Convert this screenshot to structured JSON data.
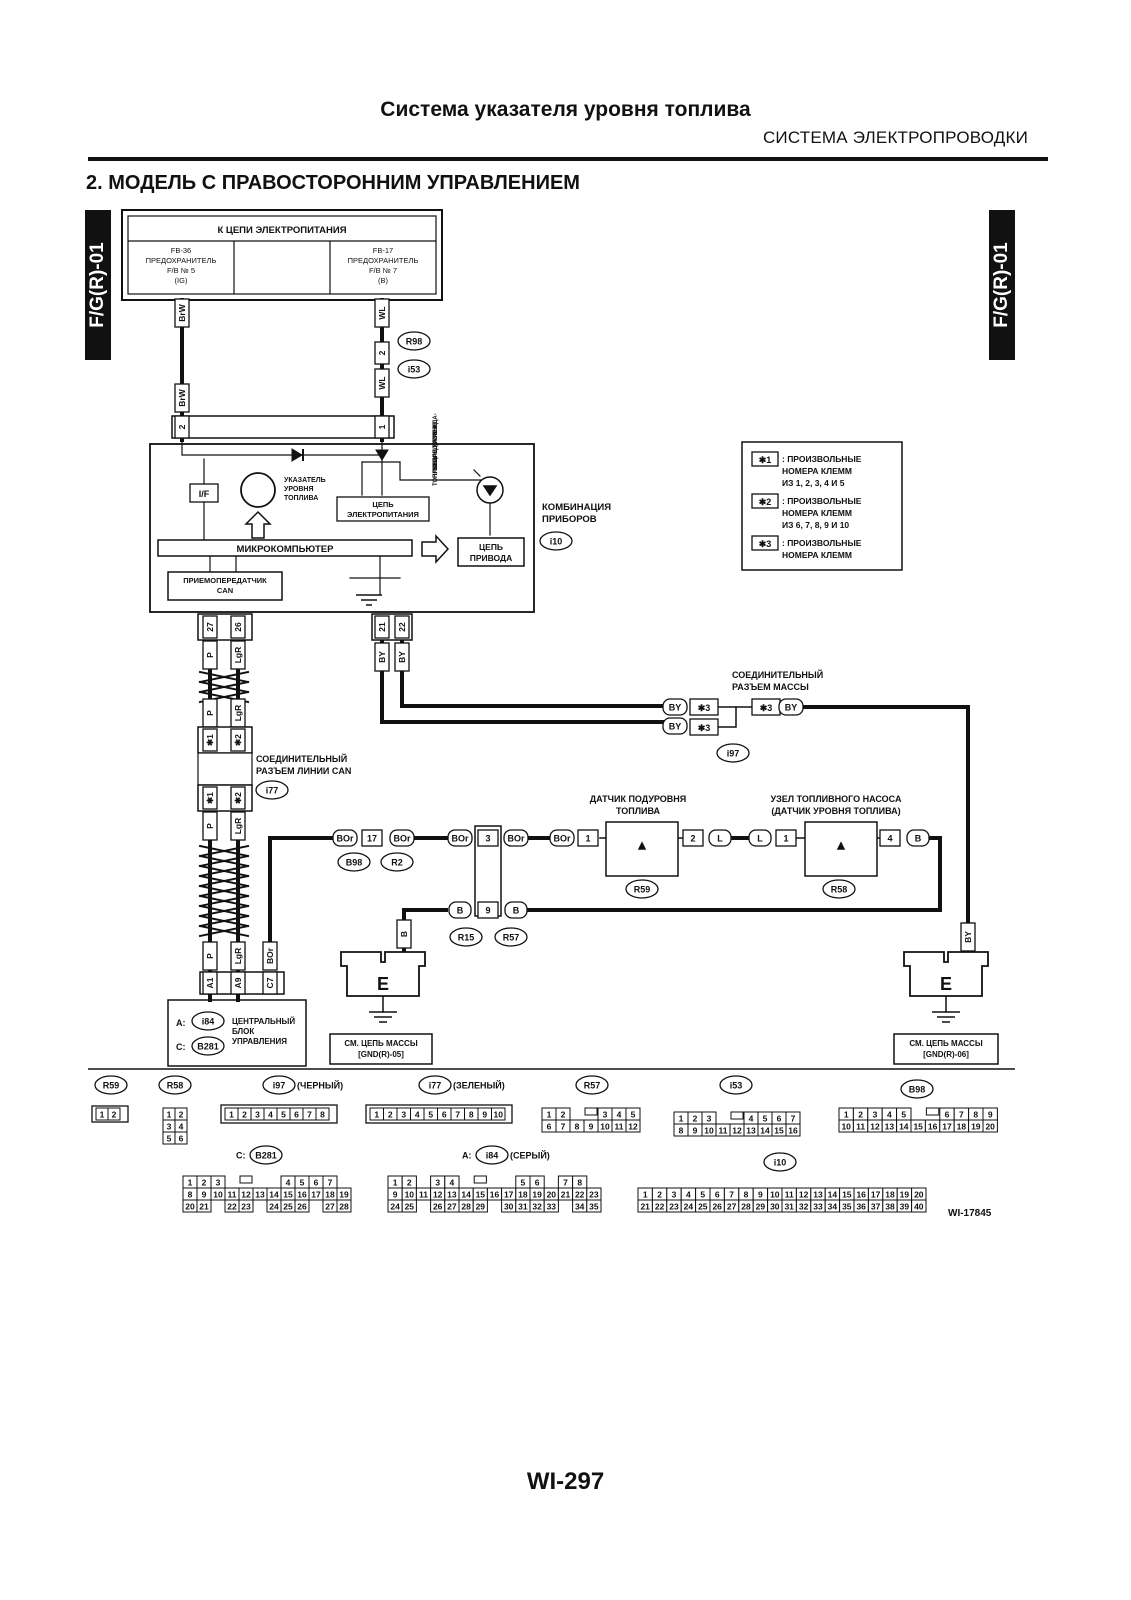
{
  "header": {
    "title": "Система указателя уровня топлива",
    "subtitle": "СИСТЕМА ЭЛЕКТРОПРОВОДКИ"
  },
  "section_title": "2. МОДЕЛЬ С ПРАВОСТОРОННИМ УПРАВЛЕНИЕМ",
  "side_tab": "F/G(R)-01",
  "page_number": "WI-297",
  "figure_id": "WI-17845",
  "power": {
    "title": "К ЦЕПИ ЭЛЕКТРОПИТАНИЯ",
    "fuse_left": [
      "FB-36",
      "ПРЕДОХРАНИТЕЛЬ",
      "F/B № 5",
      "(IG)"
    ],
    "fuse_right": [
      "FB-17",
      "ПРЕДОХРАНИТЕЛЬ",
      "F/B № 7",
      "(B)"
    ]
  },
  "combo": {
    "label": [
      "КОМБИНАЦИЯ",
      "ПРИБОРОВ"
    ],
    "ref": "i10",
    "if": "I/F",
    "gauge": [
      "УКАЗАТЕЛЬ",
      "УРОВНЯ",
      "ТОПЛИВА"
    ],
    "power_circuit": [
      "ЦЕПЬ",
      "ЭЛЕКТРОПИТАНИЯ"
    ],
    "warning_lamp": [
      "ПРЕДУПРЕЖДА-",
      "ЮЩАЯ ЛАМПА",
      "НИЗКОГО УРОВНЯ",
      "ТОПЛИВА"
    ],
    "micro": "МИКРОКОМПЬЮТЕР",
    "drive": [
      "ЦЕПЬ",
      "ПРИВОДА"
    ],
    "can": [
      "ПРИЕМОПЕРЕДАТЧИК",
      "CAN"
    ]
  },
  "legend": [
    {
      "tag": "✱1",
      "text": [
        ": ПРОИЗВОЛЬНЫЕ",
        "НОМЕРА КЛЕММ",
        "ИЗ 1, 2, 3, 4 И 5"
      ]
    },
    {
      "tag": "✱2",
      "text": [
        ": ПРОИЗВОЛЬНЫЕ",
        "НОМЕРА КЛЕММ",
        "ИЗ 6, 7, 8, 9 И 10"
      ]
    },
    {
      "tag": "✱3",
      "text": [
        ": ПРОИЗВОЛЬНЫЕ",
        "НОМЕРА КЛЕММ"
      ]
    }
  ],
  "labels": {
    "gnd_connector": [
      "СОЕДИНИТЕЛЬНЫЙ",
      "РАЗЪЕМ МАССЫ"
    ],
    "can_connector": [
      "СОЕДИНИТЕЛЬНЫЙ",
      "РАЗЪЕМ ЛИНИИ CAN"
    ],
    "sub_sensor": [
      "ДАТЧИК ПОДУРОВНЯ",
      "ТОПЛИВА"
    ],
    "pump": [
      "УЗЕЛ ТОПЛИВНОГО НАСОСА",
      "(ДАТЧИК УРОВНЯ ТОПЛИВА)"
    ],
    "ecu": [
      "ЦЕНТРАЛЬНЫЙ",
      "БЛОК",
      "УПРАВЛЕНИЯ"
    ],
    "ecu_a": "A:",
    "ecu_c": "C:",
    "gnd_left": [
      "СМ. ЦЕПЬ МАССЫ",
      "[GND(R)-05]"
    ],
    "gnd_right": [
      "СМ. ЦЕПЬ МАССЫ",
      "[GND(R)-06]"
    ],
    "ground_letter": "E",
    "star1": "✱1",
    "star2": "✱2",
    "star3": "✱3"
  },
  "wires": {
    "BrW": "BrW",
    "WL": "WL",
    "P": "P",
    "LgR": "LgR",
    "BY": "BY",
    "BOr": "BOr",
    "L": "L",
    "B": "B"
  },
  "pins": {
    "p1": "1",
    "p2": "2",
    "p3": "3",
    "p4": "4",
    "p9": "9",
    "p17": "17",
    "p21": "21",
    "p22": "22",
    "p26": "26",
    "p27": "27",
    "A1": "A1",
    "A9": "A9",
    "C7": "C7"
  },
  "refs": {
    "R98": "R98",
    "i53": "i53",
    "i97": "i97",
    "i77": "i77",
    "B98": "B98",
    "R2": "R2",
    "R59": "R59",
    "R58": "R58",
    "R15": "R15",
    "R57": "R57",
    "i84": "i84",
    "B281": "B281",
    "i10": "i10"
  },
  "connector_views": {
    "R59": {
      "ref": "R59"
    },
    "R58": {
      "ref": "R58"
    },
    "i97": {
      "ref": "i97",
      "note": "(ЧЕРНЫЙ)"
    },
    "i77": {
      "ref": "i77",
      "note": "(ЗЕЛЕНЫЙ)"
    },
    "R57": {
      "ref": "R57"
    },
    "i53": {
      "ref": "i53"
    },
    "B98": {
      "ref": "B98"
    },
    "B281": {
      "ref": "B281",
      "prefix": "C:"
    },
    "i84": {
      "ref": "i84",
      "prefix": "A:",
      "note": "(СЕРЫЙ)"
    },
    "i10": {
      "ref": "i10"
    }
  }
}
